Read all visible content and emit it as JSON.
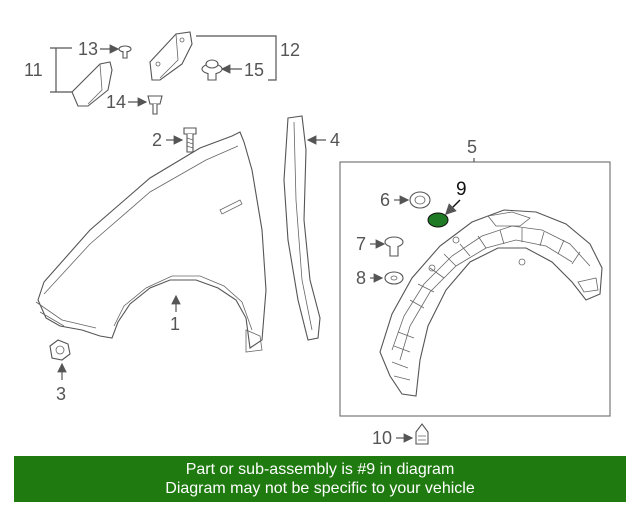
{
  "callouts": {
    "c1": "1",
    "c2": "2",
    "c3": "3",
    "c4": "4",
    "c5": "5",
    "c6": "6",
    "c7": "7",
    "c8": "8",
    "c9": "9",
    "c10": "10",
    "c11": "11",
    "c12": "12",
    "c13": "13",
    "c14": "14",
    "c15": "15"
  },
  "highlight": {
    "part": "9",
    "color": "#1e7a24"
  },
  "banner": {
    "line1": "Part or sub-assembly is #9 in diagram",
    "line2": "Diagram may not be specific to your vehicle",
    "color": "#1f7a10"
  }
}
